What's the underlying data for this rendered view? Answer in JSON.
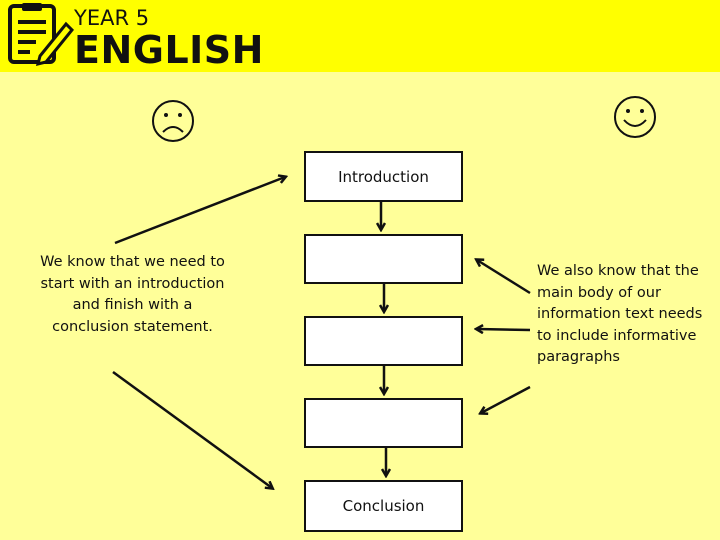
{
  "header": {
    "year": "YEAR 5",
    "subject": "ENGLISH",
    "logo_icon": "checklist-pencil-icon",
    "color": "#ffff00"
  },
  "faces": {
    "left": "sad-face-icon",
    "right": "smiley-face-icon"
  },
  "flow": {
    "boxes": [
      {
        "label": "Introduction"
      },
      {
        "label": ""
      },
      {
        "label": ""
      },
      {
        "label": ""
      },
      {
        "label": "Conclusion"
      }
    ]
  },
  "notes": {
    "left": "We know that we need to start with an introduction and finish with a conclusion statement.",
    "right": "We also know that the main body of our information text needs to include informative paragraphs"
  },
  "colors": {
    "background": "#ffff99"
  }
}
